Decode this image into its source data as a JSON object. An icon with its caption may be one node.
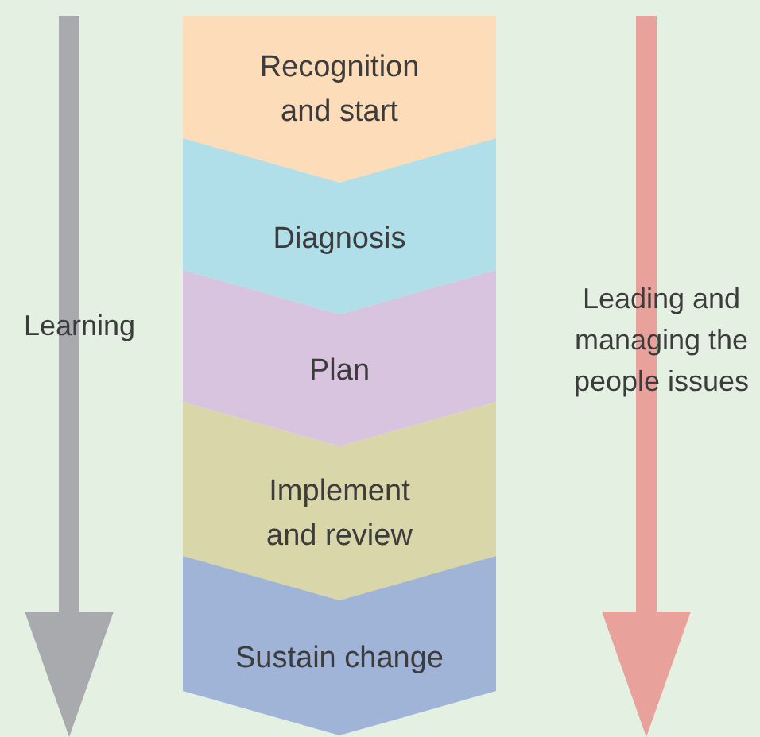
{
  "diagram": {
    "nodes": [
      {
        "text": [
          "Recognition and start"
        ]
      },
      {
        "text": [
          "Diagnosis"
        ]
      },
      {
        "text": [
          "Plan"
        ]
      },
      {
        "text": [
          "Implement and review"
        ]
      },
      {
        "text": [
          "Sustain change"
        ]
      }
    ],
    "labels": [
      "Learning",
      "Leading and managing the people issues"
    ]
  }
}
